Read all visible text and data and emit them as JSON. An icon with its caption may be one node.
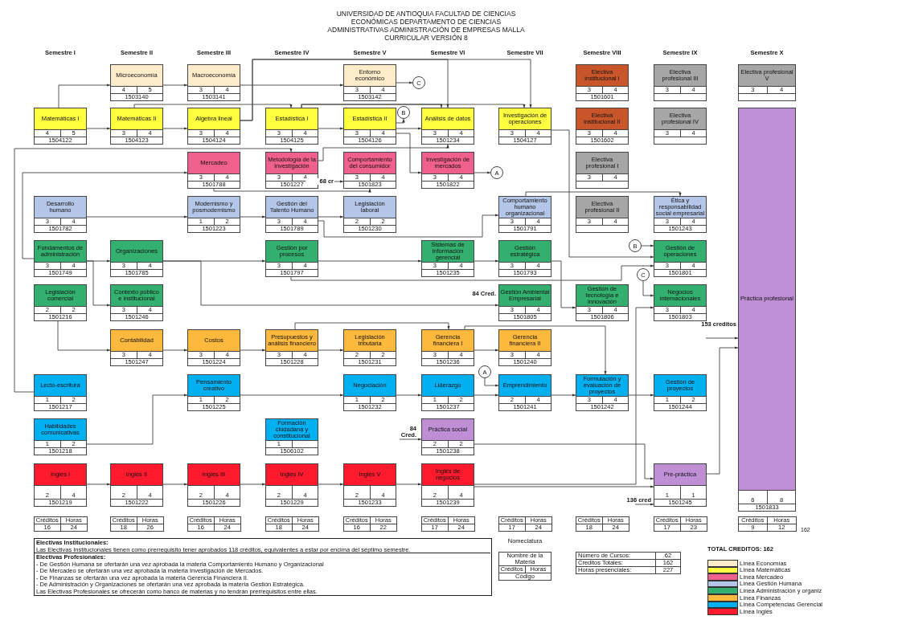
{
  "diagram": {
    "title": "UNIVERSIDAD DE ANTIOQUIA FACULTAD DE CIENCIAS ECONÓMICAS DEPARTAMENTO DE CIENCIAS ADMINISTRATIVAS ADMINISTRACIÓN DE EMPRESAS MALLA CURRICULAR VERSIÓN 8",
    "nodes": [
      {
        "text": [
          "Microeconomía",
          "4",
          "5",
          "1503140"
        ]
      },
      {
        "text": [
          "Macroeconomía",
          "3",
          "4",
          "1503141"
        ]
      },
      {
        "text": [
          "Entorno económico",
          "3",
          "4",
          "1503142"
        ]
      },
      {
        "text": [
          "C"
        ]
      },
      {
        "text": [
          "Electiva institucional I",
          "3",
          "4",
          "1501601"
        ]
      },
      {
        "text": [
          "Electiva profesional III",
          "3",
          "4"
        ]
      },
      {
        "text": [
          "Electiva profesional V",
          "3",
          "4"
        ]
      },
      {
        "text": [
          "Matemáticas I",
          "4",
          "5",
          "1504122"
        ]
      },
      {
        "text": [
          "Matemáticas II",
          "3",
          "4",
          "1504123"
        ]
      },
      {
        "text": [
          "Algebra lineal",
          "3",
          "4",
          "1504124"
        ]
      },
      {
        "text": [
          "Estadística I",
          "3",
          "4",
          "1504125"
        ]
      },
      {
        "text": [
          "Estadística II",
          "3",
          "4",
          "1504126"
        ]
      },
      {
        "text": [
          "B"
        ]
      },
      {
        "text": [
          "Análisis de datos",
          "3",
          "4",
          "1501234"
        ]
      },
      {
        "text": [
          "Investigación de operaciones",
          "3",
          "4",
          "1504127"
        ]
      },
      {
        "text": [
          "Electiva institucional II",
          "3",
          "4",
          "1501602"
        ]
      },
      {
        "text": [
          "Electiva profesional IV",
          "3",
          "4"
        ]
      },
      {
        "text": [
          "Práctica profesional",
          "6",
          "8",
          "1501833"
        ]
      },
      {
        "text": [
          "Mercadeo",
          "3",
          "4",
          "1501788"
        ]
      },
      {
        "text": [
          "Metodología de la investigación",
          "3",
          "4",
          "1501227"
        ]
      },
      {
        "text": [
          "Comportamiento del consumidor",
          "3",
          "4",
          "1501823"
        ]
      },
      {
        "text": [
          "Investigación de mercados",
          "3",
          "4",
          "1501822"
        ]
      },
      {
        "text": [
          "A"
        ]
      },
      {
        "text": [
          "Electiva profesional I",
          "3",
          "4"
        ]
      },
      {
        "text": [
          "Desarrollo humano",
          "3",
          "4",
          "1501782"
        ]
      },
      {
        "text": [
          "Modernismo y posmodernismo",
          "1",
          "2",
          "1501223"
        ]
      },
      {
        "text": [
          "Gestión del Talento Humano",
          "3",
          "4",
          "1501789"
        ]
      },
      {
        "text": [
          "Legislación laboral",
          "2",
          "2",
          "1501230"
        ]
      },
      {
        "text": [
          "Comportamiento humano organizacional",
          "3",
          "4",
          "1501791"
        ]
      },
      {
        "text": [
          "Electiva profesional II",
          "3",
          "4"
        ]
      },
      {
        "text": [
          "Ética y responsabilidad social empresarial",
          "3",
          "4",
          "1501243"
        ]
      },
      {
        "text": [
          "Fundamentos de administración",
          "3",
          "4",
          "1501749"
        ]
      },
      {
        "text": [
          "Organizaciones",
          "3",
          "4",
          "1501785"
        ]
      },
      {
        "text": [
          "Gestión por procesos",
          "3",
          "4",
          "1501797"
        ]
      },
      {
        "text": [
          "Sistemas de información gerencial",
          "3",
          "4",
          "1501235"
        ]
      },
      {
        "text": [
          "Gestión estratégica",
          "3",
          "4",
          "1501793"
        ]
      },
      {
        "text": [
          "B"
        ]
      },
      {
        "text": [
          "Gestión de operaciones",
          "3",
          "4",
          "1501801"
        ]
      },
      {
        "text": [
          "C"
        ]
      },
      {
        "text": [
          "Legislación comercial",
          "2",
          "2",
          "1501216"
        ]
      },
      {
        "text": [
          "Contexto público e institucional",
          "3",
          "4",
          "1501246"
        ]
      },
      {
        "text": [
          "Gestión Ambiental Empresarial",
          "3",
          "4",
          "1501805"
        ]
      },
      {
        "text": [
          "Gestión de tecnología e innovación",
          "3",
          "4",
          "1501806"
        ]
      },
      {
        "text": [
          "Negocios internacionales",
          "3",
          "4",
          "1501803"
        ]
      },
      {
        "text": [
          "Contabilidad",
          "3",
          "4",
          "1501247"
        ]
      },
      {
        "text": [
          "Costos",
          "3",
          "4",
          "1501224"
        ]
      },
      {
        "text": [
          "Presupuestos y análisis financiero",
          "3",
          "4",
          "1501228"
        ]
      },
      {
        "text": [
          "Legislación tributaria",
          "2",
          "2",
          "1501231"
        ]
      },
      {
        "text": [
          "Gerencia financiera I",
          "3",
          "4",
          "1501236"
        ]
      },
      {
        "text": [
          "Gerencia financiera II",
          "3",
          "4",
          "1501240"
        ]
      },
      {
        "text": [
          "A"
        ]
      },
      {
        "text": [
          "Lecto-escritura",
          "1",
          "2",
          "1501217"
        ]
      },
      {
        "text": [
          "Pensamiento creativo",
          "1",
          "2",
          "1501225"
        ]
      },
      {
        "text": [
          "Negociación",
          "1",
          "2",
          "1501232"
        ]
      },
      {
        "text": [
          "Liderazgo",
          "1",
          "2",
          "1501237"
        ]
      },
      {
        "text": [
          "Emprendimiento",
          "2",
          "4",
          "1501241"
        ]
      },
      {
        "text": [
          "Formulación y evaluación de proyectos",
          "3",
          "4",
          "1501242"
        ]
      },
      {
        "text": [
          "Gestión de proyectos",
          "1",
          "2",
          "1501244"
        ]
      },
      {
        "text": [
          "Habilidades comunicativas",
          "1",
          "2",
          "1501218"
        ]
      },
      {
        "text": [
          "Formación ciudadana y constitucional",
          "1",
          "1506102"
        ]
      },
      {
        "text": [
          "Práctica social",
          "2",
          "2",
          "1501238"
        ]
      },
      {
        "text": [
          "Inglés I",
          "2",
          "4",
          "1501219"
        ]
      },
      {
        "text": [
          "Inglés II",
          "2",
          "4",
          "1501222"
        ]
      },
      {
        "text": [
          "Inglés III",
          "2",
          "4",
          "1501226"
        ]
      },
      {
        "text": [
          "Inglés IV",
          "2",
          "4",
          "1501229"
        ]
      },
      {
        "text": [
          "Inglés V",
          "2",
          "4",
          "1501233"
        ]
      },
      {
        "text": [
          "Inglés de negocios",
          "2",
          "4",
          "1501239"
        ]
      },
      {
        "text": [
          "Pre-práctica",
          "1",
          "1",
          "1501245"
        ]
      }
    ],
    "edges": [
      {
        "from": 7,
        "to": 0,
        "arrow": "to"
      },
      {
        "from": 7,
        "to": 8,
        "arrow": "to"
      },
      {
        "from": 0,
        "to": 1,
        "arrow": "to"
      },
      {
        "from": 1,
        "to": 2,
        "arrow": "to"
      },
      {
        "from": 2,
        "to": 3,
        "arrow": "to"
      },
      {
        "from": 8,
        "to": 9,
        "arrow": "to"
      },
      {
        "from": 8,
        "to": 10,
        "arrow": "to"
      },
      {
        "from": 9,
        "to": 13,
        "arrow": "to"
      },
      {
        "from": 9,
        "to": 14,
        "arrow": "to"
      },
      {
        "from": 10,
        "to": 11,
        "arrow": "to"
      },
      {
        "from": 10,
        "to": 13,
        "arrow": "to"
      },
      {
        "from": 10,
        "to": 14,
        "arrow": "to"
      },
      {
        "from": 11,
        "to": 12,
        "arrow": "to"
      },
      {
        "from": 11,
        "to": 13,
        "arrow": "to"
      },
      {
        "from": 11,
        "to": 21,
        "arrow": "to"
      },
      {
        "from": 19,
        "to": 13,
        "arrow": "to"
      },
      {
        "from": 18,
        "to": 20,
        "arrow": "to"
      },
      {
        "from": null,
        "to": 20,
        "arrow": "to",
        "label": "68 cr"
      },
      {
        "from": 51,
        "to": 19,
        "arrow": "to"
      },
      {
        "from": 31,
        "to": 18,
        "arrow": "to"
      },
      {
        "from": 21,
        "to": 22,
        "arrow": "to"
      },
      {
        "from": 24,
        "to": 25,
        "arrow": "to"
      },
      {
        "from": 25,
        "to": 26,
        "arrow": "to"
      },
      {
        "from": 26,
        "to": 27,
        "arrow": "to"
      },
      {
        "from": 26,
        "to": 28,
        "arrow": "to"
      },
      {
        "from": 28,
        "to": 30,
        "arrow": "to"
      },
      {
        "from": 14,
        "to": 37,
        "arrow": "to"
      },
      {
        "from": 31,
        "to": 32,
        "arrow": "to"
      },
      {
        "from": 31,
        "to": 40,
        "arrow": "to"
      },
      {
        "from": 32,
        "to": 33,
        "arrow": "to"
      },
      {
        "from": 32,
        "to": 41,
        "arrow": "to",
        "label": "84 Cred."
      },
      {
        "from": 33,
        "to": 34,
        "arrow": "to"
      },
      {
        "from": 33,
        "to": 37,
        "arrow": "to"
      },
      {
        "from": 34,
        "to": 35,
        "arrow": "to"
      },
      {
        "from": 35,
        "to": 42,
        "arrow": "to"
      },
      {
        "from": 36,
        "to": 37,
        "arrow": "to"
      },
      {
        "from": 38,
        "to": 43,
        "arrow": "to"
      },
      {
        "from": 39,
        "to": 44,
        "arrow": "to"
      },
      {
        "from": 44,
        "to": 45,
        "arrow": "to"
      },
      {
        "from": 45,
        "to": 46,
        "arrow": "to"
      },
      {
        "from": 46,
        "to": 47,
        "arrow": "to"
      },
      {
        "from": 46,
        "to": 48,
        "arrow": "to"
      },
      {
        "from": 48,
        "to": 49,
        "arrow": "to"
      },
      {
        "from": 48,
        "to": 56,
        "arrow": "to"
      },
      {
        "from": 58,
        "to": 52,
        "arrow": "to"
      },
      {
        "from": 52,
        "to": 53,
        "arrow": "to"
      },
      {
        "from": 53,
        "to": 54,
        "arrow": "to"
      },
      {
        "from": 54,
        "to": 55,
        "arrow": "to"
      },
      {
        "from": 50,
        "to": 55,
        "arrow": "to"
      },
      {
        "from": 55,
        "to": 56,
        "arrow": "to"
      },
      {
        "from": 56,
        "to": 57,
        "arrow": "to"
      },
      {
        "from": null,
        "to": 60,
        "arrow": "to",
        "label": "84 Cred."
      },
      {
        "from": 61,
        "to": 62,
        "arrow": "to"
      },
      {
        "from": 62,
        "to": 63,
        "arrow": "to"
      },
      {
        "from": 63,
        "to": 64,
        "arrow": "to"
      },
      {
        "from": 64,
        "to": 65,
        "arrow": "to"
      },
      {
        "from": 65,
        "to": 66,
        "arrow": "to"
      },
      {
        "from": 66,
        "to": 67,
        "arrow": "to"
      },
      {
        "from": 66,
        "to": 43,
        "arrow": "to"
      },
      {
        "from": 60,
        "to": 67,
        "arrow": "to"
      },
      {
        "from": null,
        "to": 67,
        "arrow": "to",
        "label": "136 cred"
      },
      {
        "from": 67,
        "to": 17,
        "arrow": "to"
      },
      {
        "from": null,
        "to": 17,
        "arrow": "to",
        "label": "153 creditos"
      }
    ],
    "labels": [
      "Semestre I",
      "Semestre II",
      "Semestre III",
      "Semestre IV",
      "Semestre V",
      "Semestre VI",
      "Semestre VII",
      "Semestre VIII",
      "Semestre IX",
      "Semestre X",
      "Créditos",
      "Horas",
      "16",
      "24",
      "Créditos",
      "Horas",
      "18",
      "26",
      "Créditos",
      "Horas",
      "16",
      "24",
      "Créditos",
      "Horas",
      "18",
      "24",
      "Créditos",
      "Horas",
      "16",
      "22",
      "Créditos",
      "Horas",
      "17",
      "24",
      "Créditos",
      "Horas",
      "17",
      "24",
      "Créditos",
      "Horas",
      "18",
      "24",
      "Créditos",
      "Horas",
      "17",
      "23",
      "Créditos",
      "Horas",
      "9",
      "12",
      "162",
      "Electivas Institucionales:",
      "Las Electivas Institucionales tienen como prerrequisito tener aprobados 118 créditos, equivalentes a estar por encima del séptimo semestre.",
      "Electivas Profesionales:",
      "- De Gestión Humana se ofertarán una vez aprobada la materia Comportamiento Humano y Organizacional",
      "- De Mercadeo se ofertarán una vez aprobada la materia Investigación de Mercados.",
      "- De Finanzas se ofertarán una vez aprobada la materia Gerencia Financiera II.",
      "- De Administración y Organizaciones se ofertarán una vez aprobada la materia Gestión Estratégica.",
      "Las Electivas Profesionales se ofrecerán como banco de materias y no tendrán prerrequisitos entre ellas.",
      "Nomeclatura",
      "Nombre de la Materia",
      "Créditos",
      "Horas",
      "Código",
      "Número de Cursos:",
      "62",
      "Creditos Totales:",
      "162",
      "Horas presenciales:",
      "227",
      "TOTAL CREDITOS: 162"
    ],
    "legend": [
      {
        "text": "Línea Economías",
        "color": "#fdebc9"
      },
      {
        "text": "Línea Matemáticas",
        "color": "#ffff40"
      },
      {
        "text": "Línea Mercadeo",
        "color": "#f0608e"
      },
      {
        "text": "Línea Gestión Humana",
        "color": "#b4c6e7"
      },
      {
        "text": "Línea Administración y organiz",
        "color": "#33b06f"
      },
      {
        "text": "Línea Finanzas",
        "color": "#fdb93e"
      },
      {
        "text": "Línea Competencias Gerencial",
        "color": "#00b0f0"
      },
      {
        "text": "Línea Inglés",
        "color": "#ff1a2e"
      }
    ]
  }
}
